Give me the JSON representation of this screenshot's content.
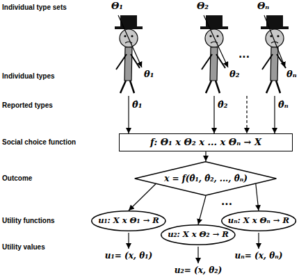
{
  "diagram": {
    "nodes": [
      {
        "text": [
          "f: Θ₁ x Θ₂ x ... x Θₙ → X"
        ]
      },
      {
        "text": [
          "x = f(θ̂₁, θ̂₂, ..., θ̂ₙ)"
        ]
      },
      {
        "text": [
          "u₁: X x Θ₁ → R"
        ]
      },
      {
        "text": [
          "u₂: X x Θ₂ → R"
        ]
      },
      {
        "text": [
          "uₙ: X x Θₙ → R"
        ]
      }
    ],
    "edges": [
      {
        "from": 0,
        "to": 1,
        "arrow": "to"
      },
      {
        "from": 1,
        "to": 2,
        "arrow": "to"
      },
      {
        "from": 1,
        "to": 3,
        "arrow": "to"
      },
      {
        "from": 1,
        "to": 4,
        "arrow": "to"
      }
    ],
    "labels": [
      "Individual type sets",
      "Θ₁",
      "Θ₂",
      "...",
      "Θₙ",
      "Individual types",
      "θ₁",
      "θ₂",
      "θₙ",
      "Reported types",
      "θ̂₁",
      "θ̂₂",
      "θ̂ₙ",
      "Social choice function",
      "Outcome",
      "Utility functions",
      "...",
      "Utility values",
      "u₁= (x, θ₁)",
      "u₂= (x, θ₂)",
      "uₙ= (x, θₙ)"
    ]
  }
}
